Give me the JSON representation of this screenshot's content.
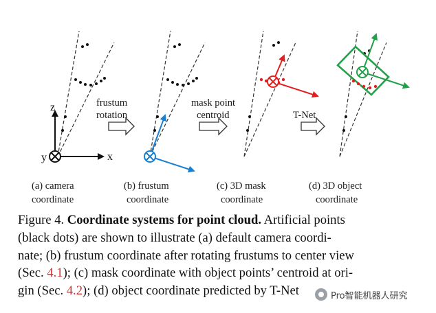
{
  "panels": [
    {
      "label_line1": "(a) camera",
      "label_line2": "coordinate"
    },
    {
      "label_line1": "(b) frustum",
      "label_line2": "coordinate"
    },
    {
      "label_line1": "(c) 3D mask",
      "label_line2": "coordinate"
    },
    {
      "label_line1": "(d) 3D object",
      "label_line2": "coordinate"
    }
  ],
  "axes": {
    "z": "z",
    "y": "y",
    "x": "x"
  },
  "transitions": [
    {
      "line1": "frustum",
      "line2": "rotation"
    },
    {
      "line1": "mask point",
      "line2": "centroid"
    },
    {
      "line1": "T-Net",
      "line2": ""
    }
  ],
  "caption": {
    "figure_number": "Figure 4.",
    "title": "Coordinate systems for point cloud.",
    "line1_rest": "Artificial points",
    "line2": "(black dots) are shown to illustrate (a) default camera coordi-",
    "line3": "nate; (b) frustum coordinate after rotating frustums to center view",
    "line4_pre": "(Sec. ",
    "ref1": "4.1",
    "line4_post": "); (c) mask coordinate with object points’ centroid at ori-",
    "line5_pre": "gin (Sec. ",
    "ref2": "4.2",
    "line5_post": "); (d) object coordinate predicted by T-Net"
  },
  "watermark": {
    "text": "Pro智能机器人研究"
  },
  "colors": {
    "blue": "#1a7fd0",
    "red": "#e02020",
    "green": "#22a04a",
    "ref": "#d32f2f"
  }
}
